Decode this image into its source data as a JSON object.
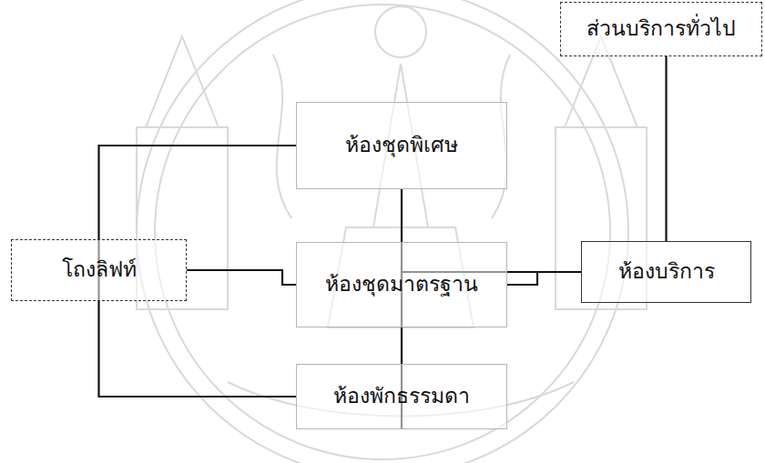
{
  "diagram": {
    "nodes": [
      {
        "text": [
          "โถงลิฟท์"
        ]
      },
      {
        "text": [
          "ห้องชุดพิเศษ"
        ]
      },
      {
        "text": [
          "ห้องชุดมาตรฐาน"
        ]
      },
      {
        "text": [
          "ห้องพักธรรมดา"
        ]
      },
      {
        "text": [
          "ห้องบริการ"
        ]
      },
      {
        "text": [
          "ส่วนบริการทั่วไป"
        ]
      }
    ],
    "edges": [
      {
        "from": 0,
        "to": 1,
        "arrow": "none"
      },
      {
        "from": 0,
        "to": 2,
        "arrow": "none"
      },
      {
        "from": 0,
        "to": 3,
        "arrow": "none"
      },
      {
        "from": 1,
        "to": 4,
        "arrow": "none"
      },
      {
        "from": 2,
        "to": 4,
        "arrow": "none"
      },
      {
        "from": 3,
        "to": 4,
        "arrow": "none"
      },
      {
        "from": 5,
        "to": 4,
        "arrow": "none"
      }
    ]
  }
}
